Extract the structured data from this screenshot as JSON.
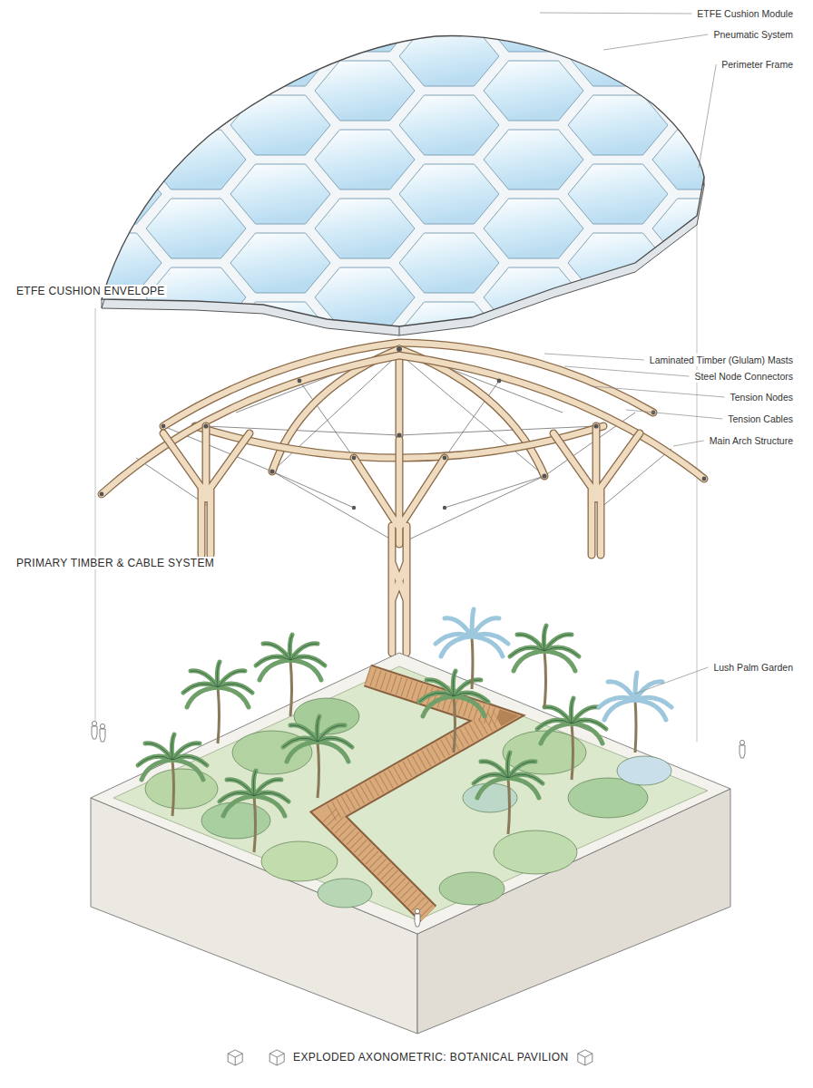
{
  "diagram": {
    "caption": "EXPLODED AXONOMETRIC: BOTANICAL PAVILION",
    "labels": [
      "ETFE Cushion Module",
      "Pneumatic System",
      "Perimeter Frame",
      "ETFE CUSHION ENVELOPE",
      "Laminated Timber (Glulam) Masts",
      "Steel Node Connectors",
      "Tension Nodes",
      "Tension Cables",
      "Main Arch Structure",
      "PRIMARY TIMBER & CABLE SYSTEM",
      "Lush Palm Garden"
    ]
  }
}
